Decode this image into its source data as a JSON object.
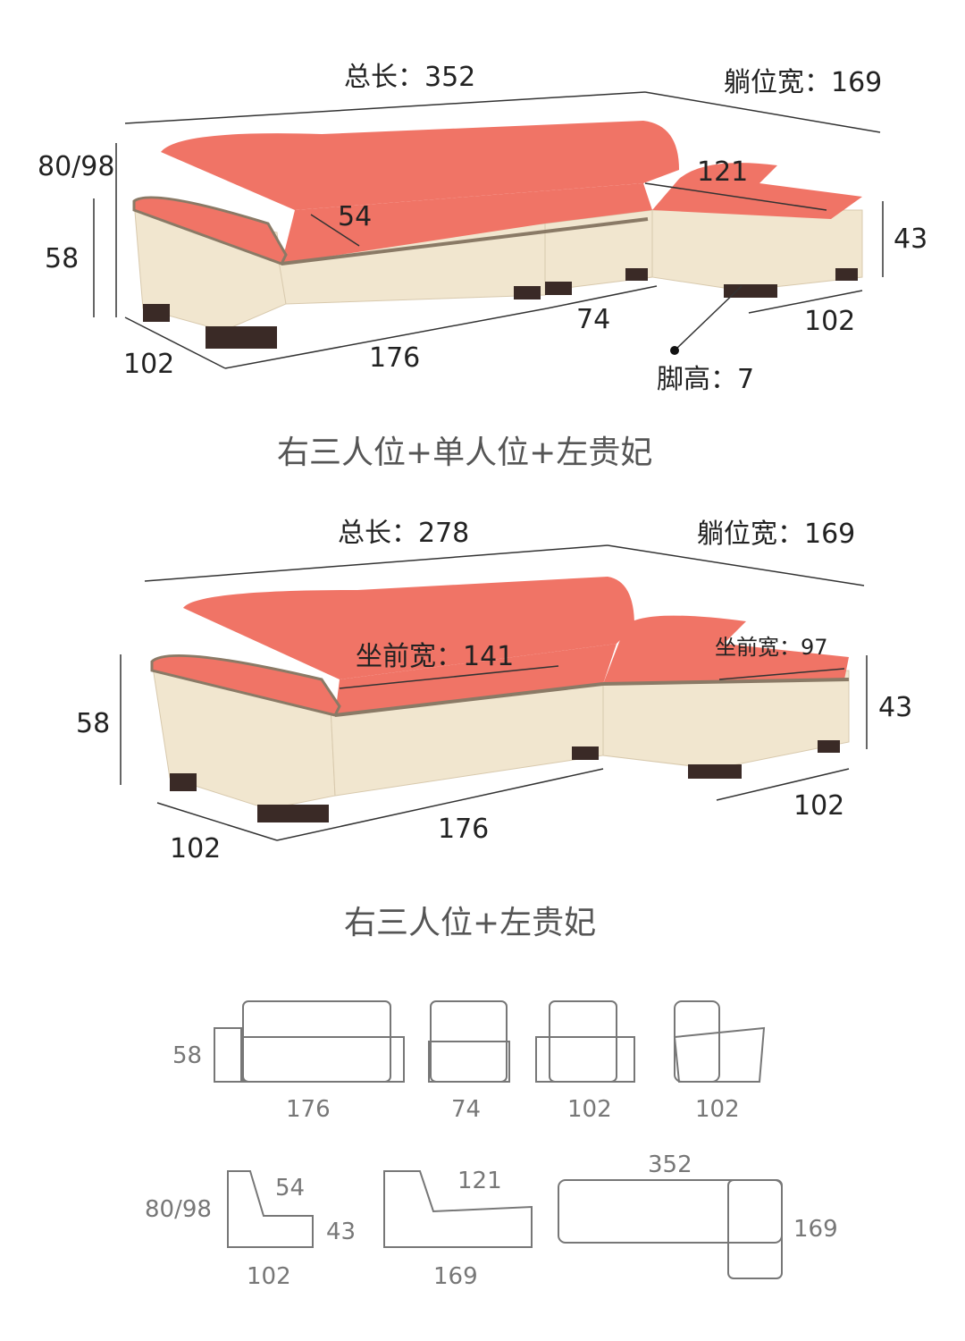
{
  "colors": {
    "seat": "#f07466",
    "body": "#f1e6cf",
    "piping": "#8a7a66",
    "feet": "#3a2a26",
    "line": "#333333"
  },
  "config1": {
    "total_length": "总长：352",
    "lie_width": "躺位宽：169",
    "back_height": "80/98",
    "arm_height": "58",
    "seat_depth": "54",
    "chaise_seat": "121",
    "chaise_height": "43",
    "single_width": "74",
    "chaise_depth": "102",
    "depth": "102",
    "three_width": "176",
    "leg_height": "脚高：7",
    "caption": "右三人位+单人位+左贵妃"
  },
  "config2": {
    "total_length": "总长：278",
    "lie_width": "躺位宽：169",
    "arm_height": "58",
    "seat_front": "坐前宽：141",
    "chaise_front": "坐前宽：97",
    "chaise_height": "43",
    "chaise_depth": "102",
    "depth": "102",
    "three_width": "176",
    "caption": "右三人位+左贵妃"
  },
  "line_drawings": {
    "row1": {
      "height": "58",
      "w1": "176",
      "w2": "74",
      "w3": "102",
      "w4": "102"
    },
    "row2": {
      "height": "80/98",
      "seat_depth": "54",
      "seat_height": "43",
      "depth": "102",
      "chaise_seat": "121",
      "chaise_len": "169",
      "total": "352",
      "lie": "169"
    }
  }
}
